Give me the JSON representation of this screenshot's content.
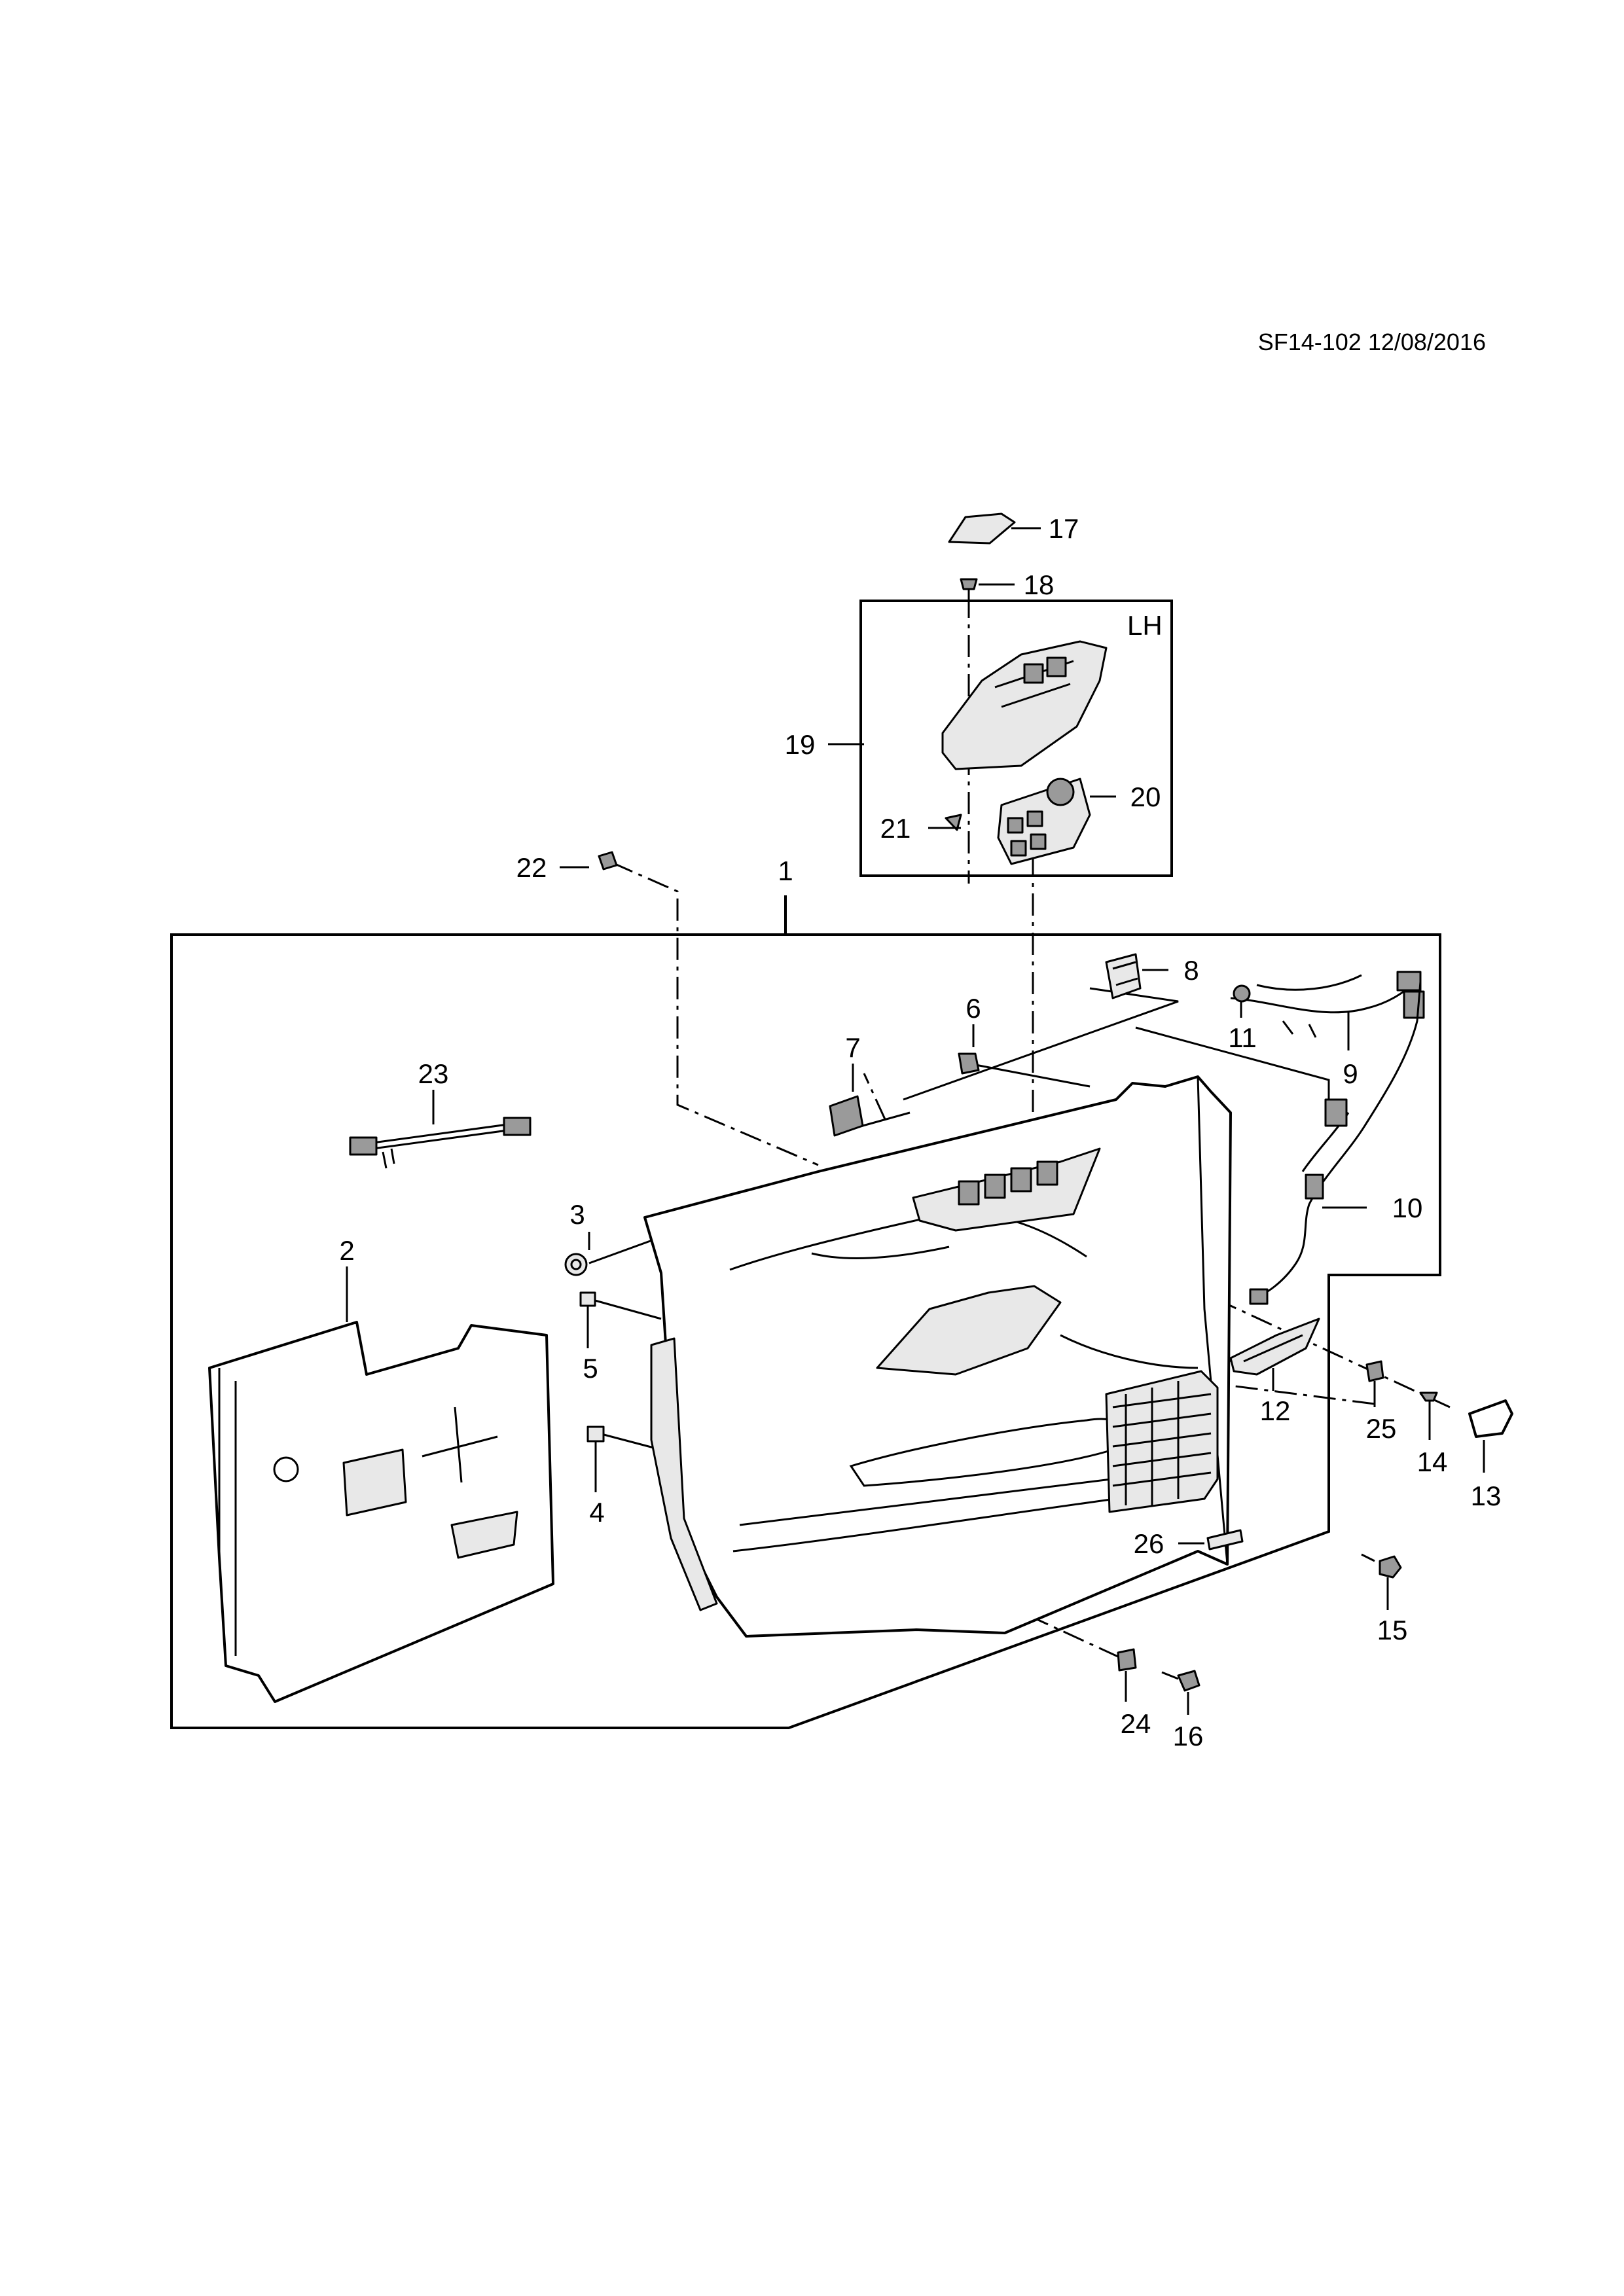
{
  "header": {
    "reference": "SF14-102 12/08/2016"
  },
  "switch_box": {
    "side_label": "LH"
  },
  "callouts": {
    "c1": "1",
    "c2": "2",
    "c3": "3",
    "c4": "4",
    "c5": "5",
    "c6": "6",
    "c7": "7",
    "c8": "8",
    "c9": "9",
    "c10": "10",
    "c11": "11",
    "c12": "12",
    "c13": "13",
    "c14": "14",
    "c15": "15",
    "c16": "16",
    "c17": "17",
    "c18": "18",
    "c19": "19",
    "c20": "20",
    "c21": "21",
    "c22": "22",
    "c23": "23",
    "c24": "24",
    "c25": "25",
    "c26": "26"
  }
}
